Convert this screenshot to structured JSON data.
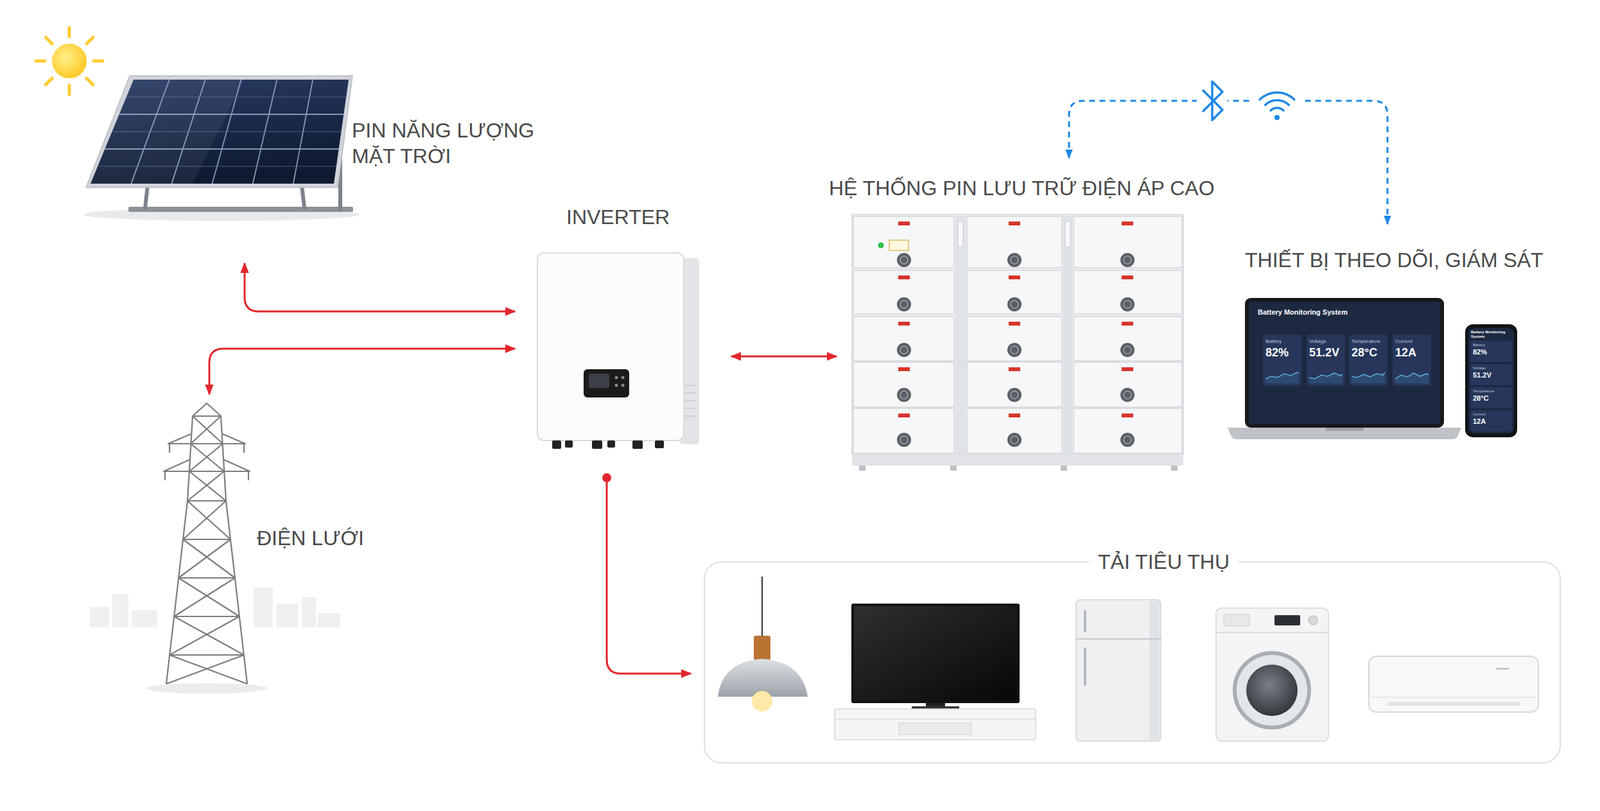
{
  "diagram": {
    "nodes": [
      {
        "text": [
          "PIN NĂNG LƯỢNG MẶT TRỜI"
        ]
      },
      {
        "text": [
          "INVERTER"
        ]
      },
      {
        "text": [
          "HỆ THỐNG PIN LƯU TRỮ ĐIỆN ÁP CAO"
        ]
      },
      {
        "text": [
          "THIẾT BỊ THEO DÕI, GIÁM SÁT"
        ]
      },
      {
        "text": [
          "ĐIỆN LƯỚI"
        ]
      },
      {
        "text": [
          "TẢI TIÊU THỤ"
        ]
      }
    ],
    "edges": [
      {
        "from": 1,
        "to": 0,
        "arrow": "both"
      },
      {
        "from": 1,
        "to": 4,
        "arrow": "both"
      },
      {
        "from": 1,
        "to": 2,
        "arrow": "both"
      },
      {
        "from": 1,
        "to": 5,
        "arrow": "to"
      },
      {
        "from": 2,
        "to": 3,
        "arrow": "both"
      }
    ],
    "labels": [
      "Battery Monitoring System",
      "Battery",
      "82%",
      "Voltage",
      "51.2V",
      "Temperature",
      "28°C",
      "Current",
      "12A",
      "Battery Monitoring System",
      "Battery",
      "82%",
      "Voltage",
      "51.2V",
      "Temperature",
      "28°C",
      "Current",
      "12A"
    ]
  }
}
